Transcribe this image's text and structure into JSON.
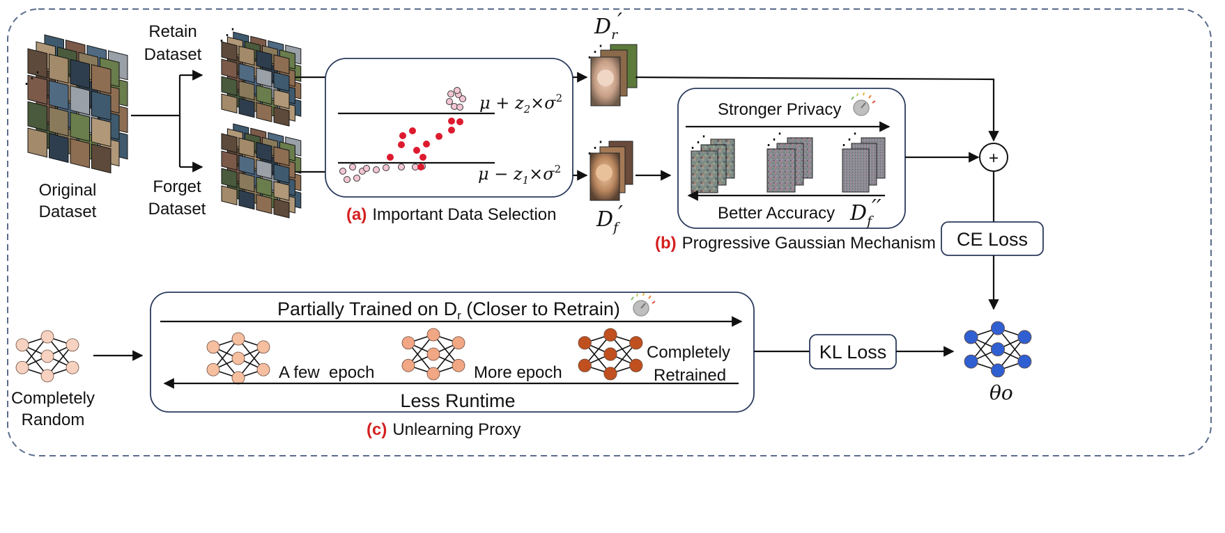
{
  "colors": {
    "frame": "#5a6b8c",
    "panel_border": "#2a3a5c",
    "highlight_red": "#d42020",
    "point_selected": "#dd1a2e",
    "point_unselected": "#f3c6d3",
    "node_random": "#f7d2c0",
    "node_partial": "#f3b08e",
    "node_retrained": "#c0501f",
    "node_output": "#2f5fd0"
  },
  "datasets": {
    "original_line1": "Original",
    "original_line2": "Dataset",
    "retain_line1": "Retain",
    "retain_line2": "Dataset",
    "forget_line1": "Forget",
    "forget_line2": "Dataset"
  },
  "selection": {
    "tag": "(a)",
    "caption": "Important Data Selection",
    "upper_mu": "μ + z",
    "upper_sub": "2",
    "upper_rest": "×σ",
    "upper_sup": "2",
    "lower_mu": "μ − z",
    "lower_sub": "1",
    "lower_rest": "×σ",
    "lower_sup": "2"
  },
  "dr_label": {
    "base": "D",
    "sub": "r",
    "prime": "′"
  },
  "df_label": {
    "base": "D",
    "sub": "f",
    "prime": "′"
  },
  "gaussian": {
    "tag": "(b)",
    "caption": "Progressive Gaussian Mechanism",
    "top_text": "Stronger Privacy",
    "bottom_text": "Better Accuracy",
    "df2_base": "D",
    "df2_sub": "f",
    "df2_prime": "′′",
    "dial_icon": "gauge-icon"
  },
  "combine_symbol": "+",
  "ce_loss": "CE Loss",
  "kl_loss": "KL Loss",
  "output_label": "θo",
  "random_net": {
    "line1": "Completely",
    "line2": "Random"
  },
  "proxy": {
    "tag": "(c)",
    "caption": "Unlearning Proxy",
    "top_text": "Partially Trained on D",
    "top_sub": "r",
    "top_tail": " (Closer to Retrain)",
    "bottom_text": "Less Runtime",
    "net1": "A few  epoch",
    "net2": "More epoch",
    "net3_line1": "Completely",
    "net3_line2": "Retrained",
    "dial_icon": "gauge-icon"
  },
  "image_stacks": {
    "palette": [
      "#5e4a3a",
      "#8a7a5c",
      "#3f5a6e",
      "#a28a6a",
      "#6a7d4c",
      "#7b5a4a",
      "#2e3e4e",
      "#b09878",
      "#506a82",
      "#8e6e52",
      "#4a5a3c",
      "#9aa0a8"
    ]
  }
}
